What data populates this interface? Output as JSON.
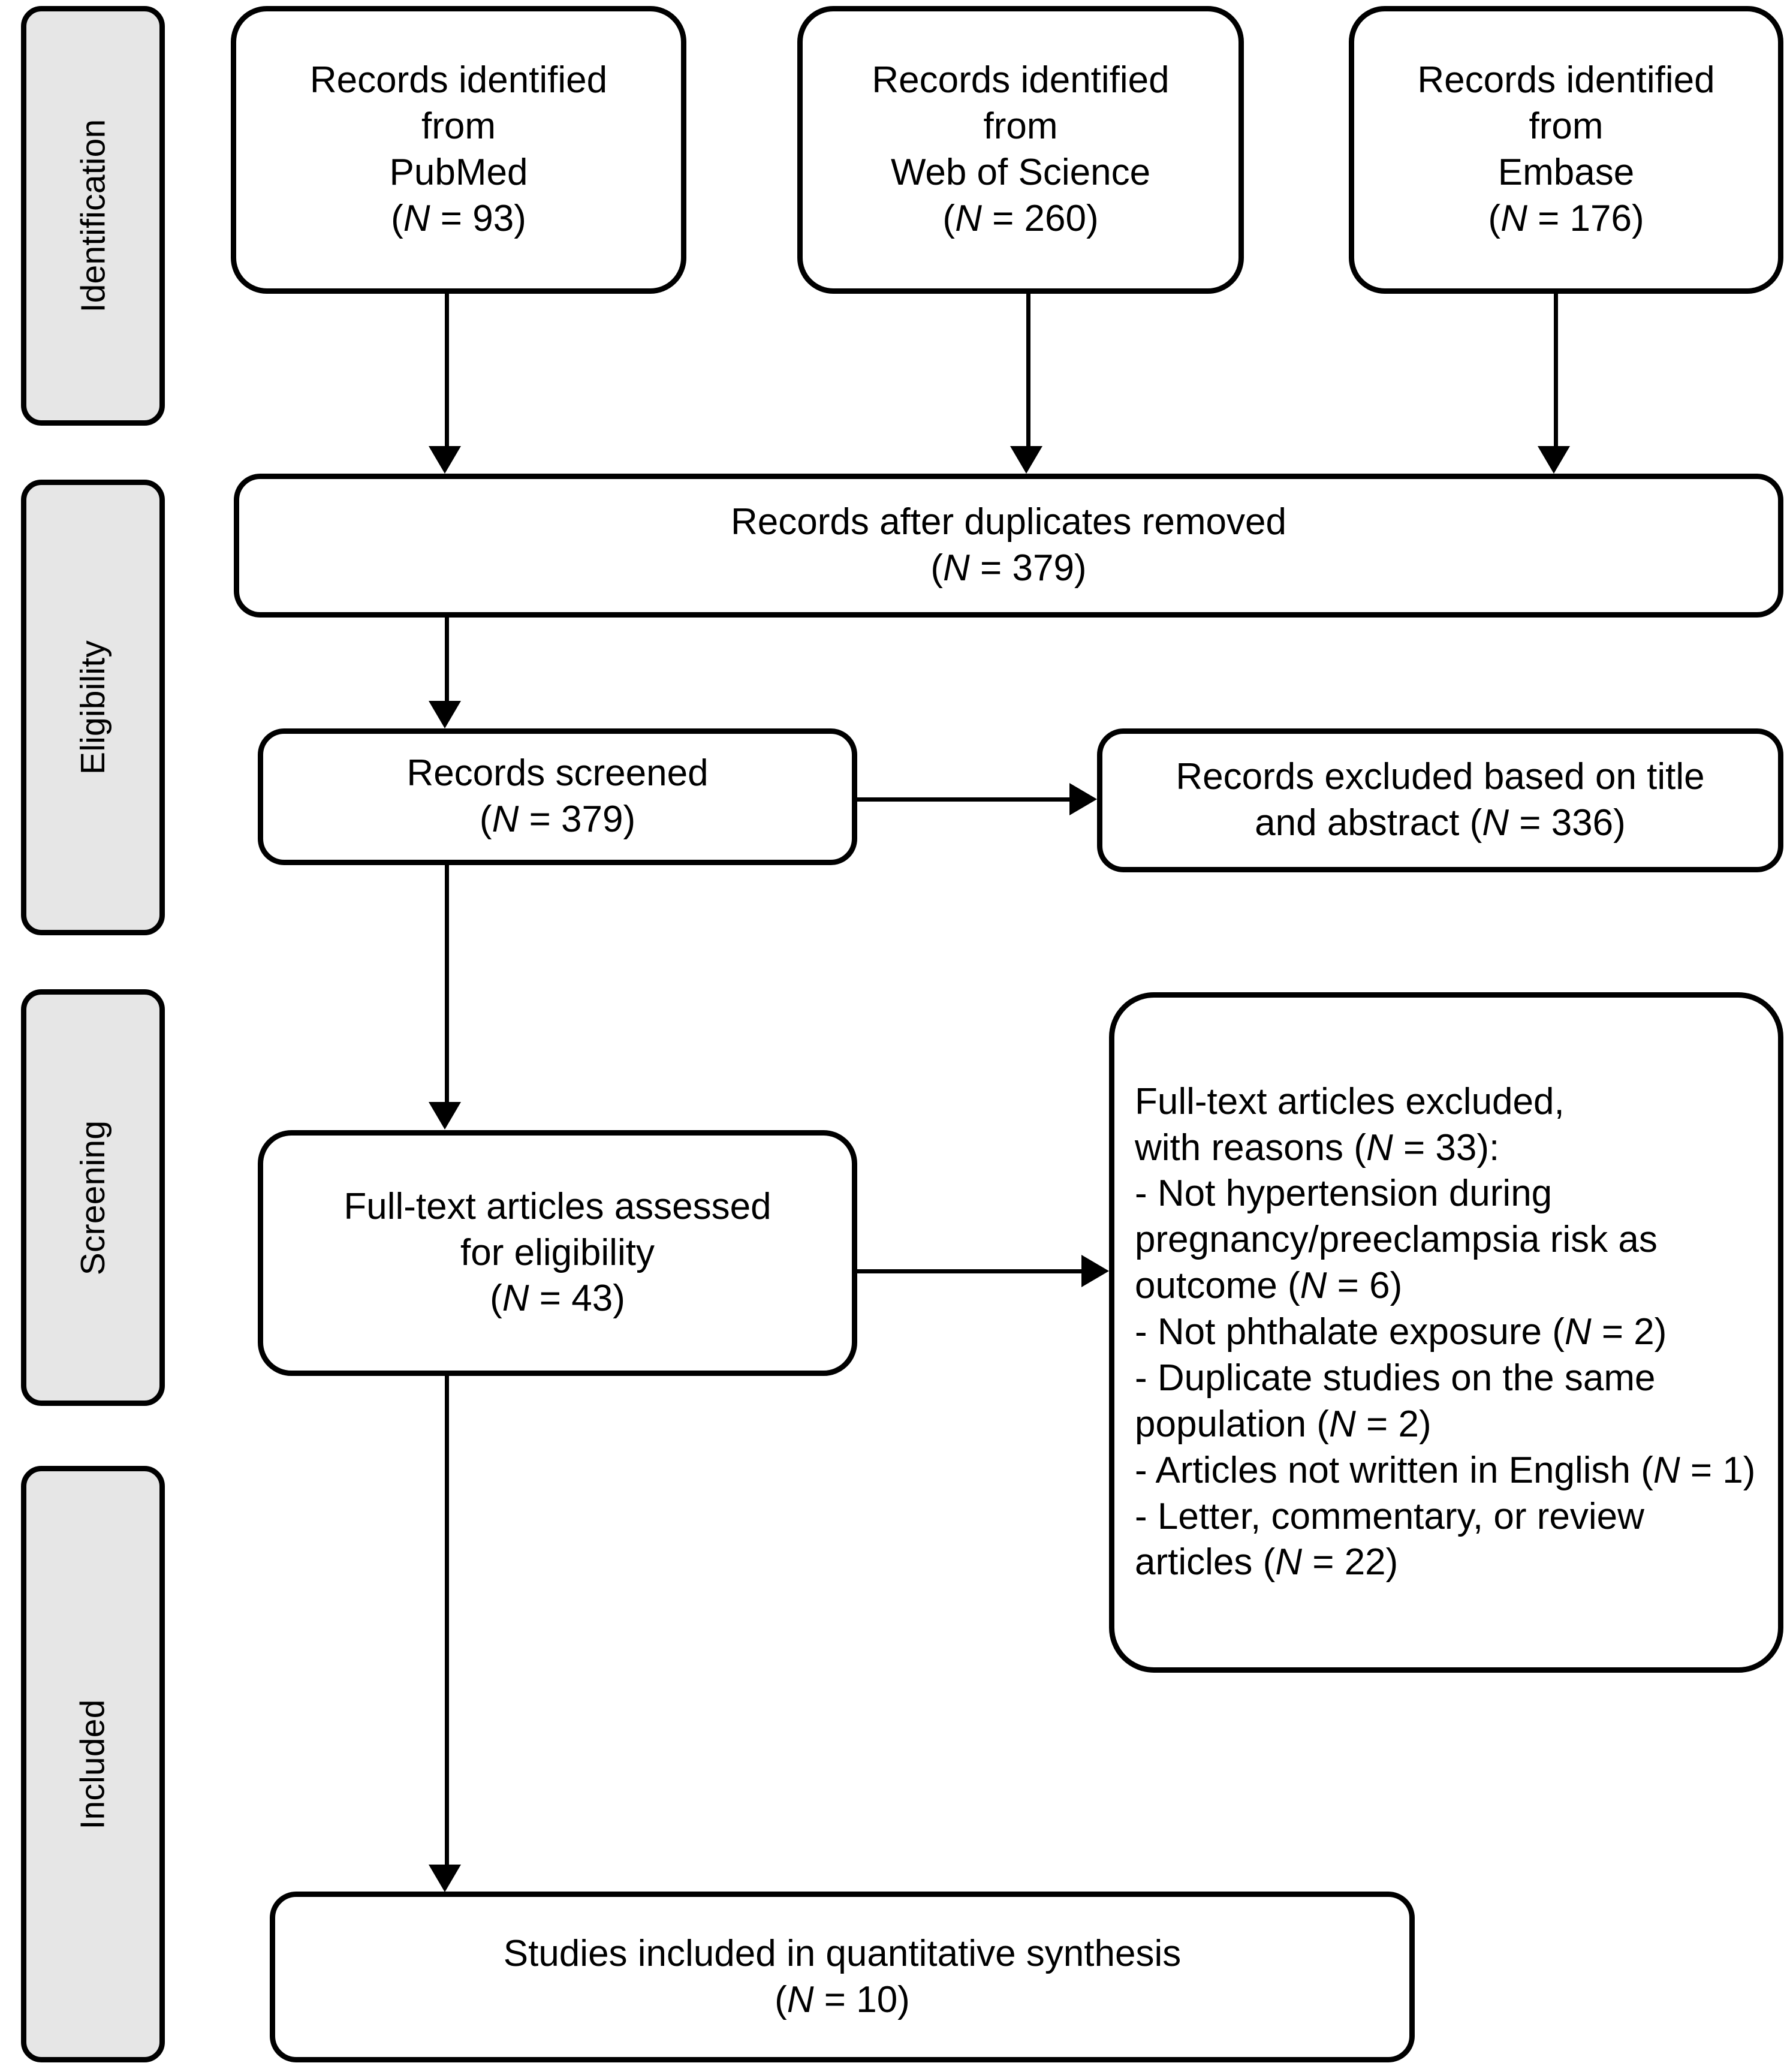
{
  "diagram": {
    "type": "prisma-flow-diagram",
    "stages": [
      {
        "id": "identification",
        "label": "Identification"
      },
      {
        "id": "eligibility",
        "label": "Eligibility"
      },
      {
        "id": "screening",
        "label": "Screening"
      },
      {
        "id": "included",
        "label": "Included"
      }
    ],
    "sources": [
      {
        "id": "pubmed",
        "line1": "Records identified",
        "line2": "from",
        "line3": "PubMed",
        "count_prefix": "(",
        "n_symbol": "N",
        "count": " = 93)"
      },
      {
        "id": "web-of-science",
        "line1": "Records identified",
        "line2": "from",
        "line3": "Web of Science",
        "count_prefix": "(",
        "n_symbol": "N",
        "count": " = 260)"
      },
      {
        "id": "embase",
        "line1": "Records identified",
        "line2": "from",
        "line3": "Embase",
        "count_prefix": "(",
        "n_symbol": "N",
        "count": " = 176)"
      }
    ],
    "duplicates_removed": {
      "line1": "Records after duplicates removed",
      "n_symbol": "N",
      "count": " = 379)",
      "count_prefix": "("
    },
    "records_screened": {
      "line1": "Records screened",
      "n_symbol": "N",
      "count": " = 379)",
      "count_prefix": "("
    },
    "records_excluded": {
      "line1": "Records excluded based on title",
      "line2_a": "and abstract (",
      "n_symbol": "N",
      "line2_b": " = 336)"
    },
    "full_text_assessed": {
      "line1": "Full-text articles assessed",
      "line2": "for eligibility",
      "count_prefix": "(",
      "n_symbol": "N",
      "count": " = 43)"
    },
    "full_text_excluded": {
      "head_a": "Full-text articles excluded,",
      "head_b": "with reasons (",
      "head_n": "N",
      "head_c": " = 33):",
      "reasons": [
        {
          "text_a": "- Not hypertension during pregnancy/preeclampsia risk as outcome (",
          "n": "N",
          "text_b": " = 6)"
        },
        {
          "text_a": "- Not phthalate exposure (",
          "n": "N",
          "text_b": " = 2)"
        },
        {
          "text_a": "- Duplicate studies on the same population (",
          "n": "N",
          "text_b": " = 2)"
        },
        {
          "text_a": "- Articles not written in English (",
          "n": "N",
          "text_b": " = 1)"
        },
        {
          "text_a": "- Letter, commentary, or review articles (",
          "n": "N",
          "text_b": " = 22)"
        }
      ]
    },
    "studies_included": {
      "line1": "Studies included in quantitative synthesis",
      "count_prefix": "(",
      "n_symbol": "N",
      "count": " = 10)"
    },
    "colors": {
      "stage_tab_fill": "#e6e6e6",
      "node_fill": "#ffffff",
      "stroke": "#000000"
    }
  }
}
